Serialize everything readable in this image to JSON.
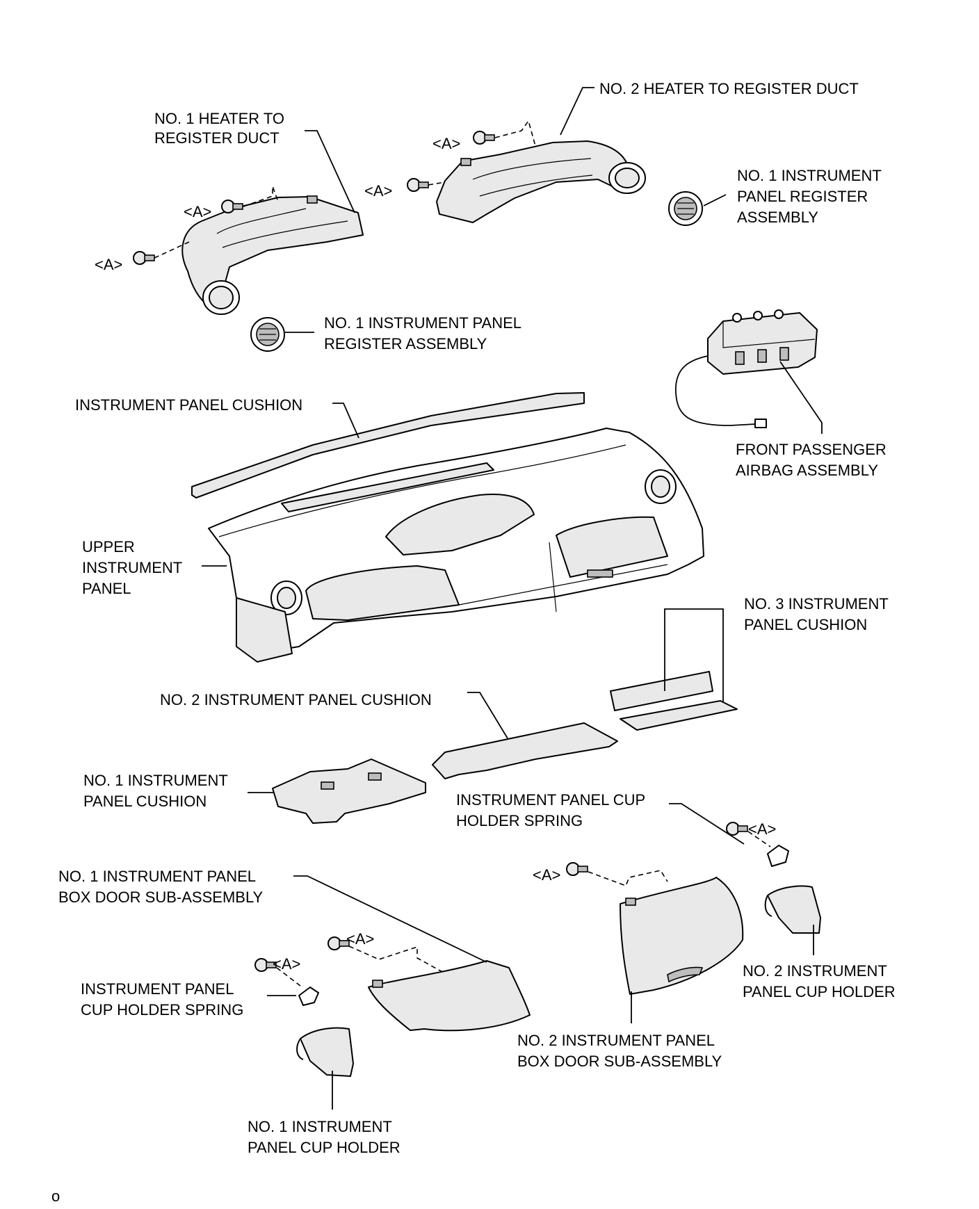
{
  "labels": {
    "no1_heater_duct": [
      "NO. 1 HEATER TO",
      "REGISTER DUCT"
    ],
    "no2_heater_duct": "NO. 2 HEATER TO REGISTER DUCT",
    "no1_register_right": [
      "NO. 1 INSTRUMENT",
      "PANEL REGISTER",
      "ASSEMBLY"
    ],
    "no1_register_left": [
      "NO. 1 INSTRUMENT PANEL",
      "REGISTER ASSEMBLY"
    ],
    "panel_cushion": "INSTRUMENT PANEL CUSHION",
    "front_passenger_airbag": [
      "FRONT PASSENGER",
      "AIRBAG ASSEMBLY"
    ],
    "upper_instrument_panel": [
      "UPPER",
      "INSTRUMENT",
      "PANEL"
    ],
    "no3_panel_cushion": [
      "NO. 3 INSTRUMENT",
      "PANEL CUSHION"
    ],
    "no2_panel_cushion": "NO. 2 INSTRUMENT PANEL CUSHION",
    "no1_panel_cushion": [
      "NO. 1 INSTRUMENT",
      "PANEL CUSHION"
    ],
    "cup_holder_spring_right": [
      "INSTRUMENT PANEL CUP",
      "HOLDER SPRING"
    ],
    "no1_box_door": [
      "NO. 1 INSTRUMENT PANEL",
      "BOX DOOR SUB-ASSEMBLY"
    ],
    "cup_holder_spring_left": [
      "INSTRUMENT PANEL",
      "CUP HOLDER SPRING"
    ],
    "no2_cup_holder": [
      "NO. 2 INSTRUMENT",
      "PANEL CUP HOLDER"
    ],
    "no2_box_door": [
      "NO. 2 INSTRUMENT PANEL",
      "BOX DOOR SUB-ASSEMBLY"
    ],
    "no1_cup_holder": [
      "NO. 1 INSTRUMENT",
      "PANEL CUP HOLDER"
    ]
  },
  "fastener_tag": "<A>",
  "page_marker": "o"
}
